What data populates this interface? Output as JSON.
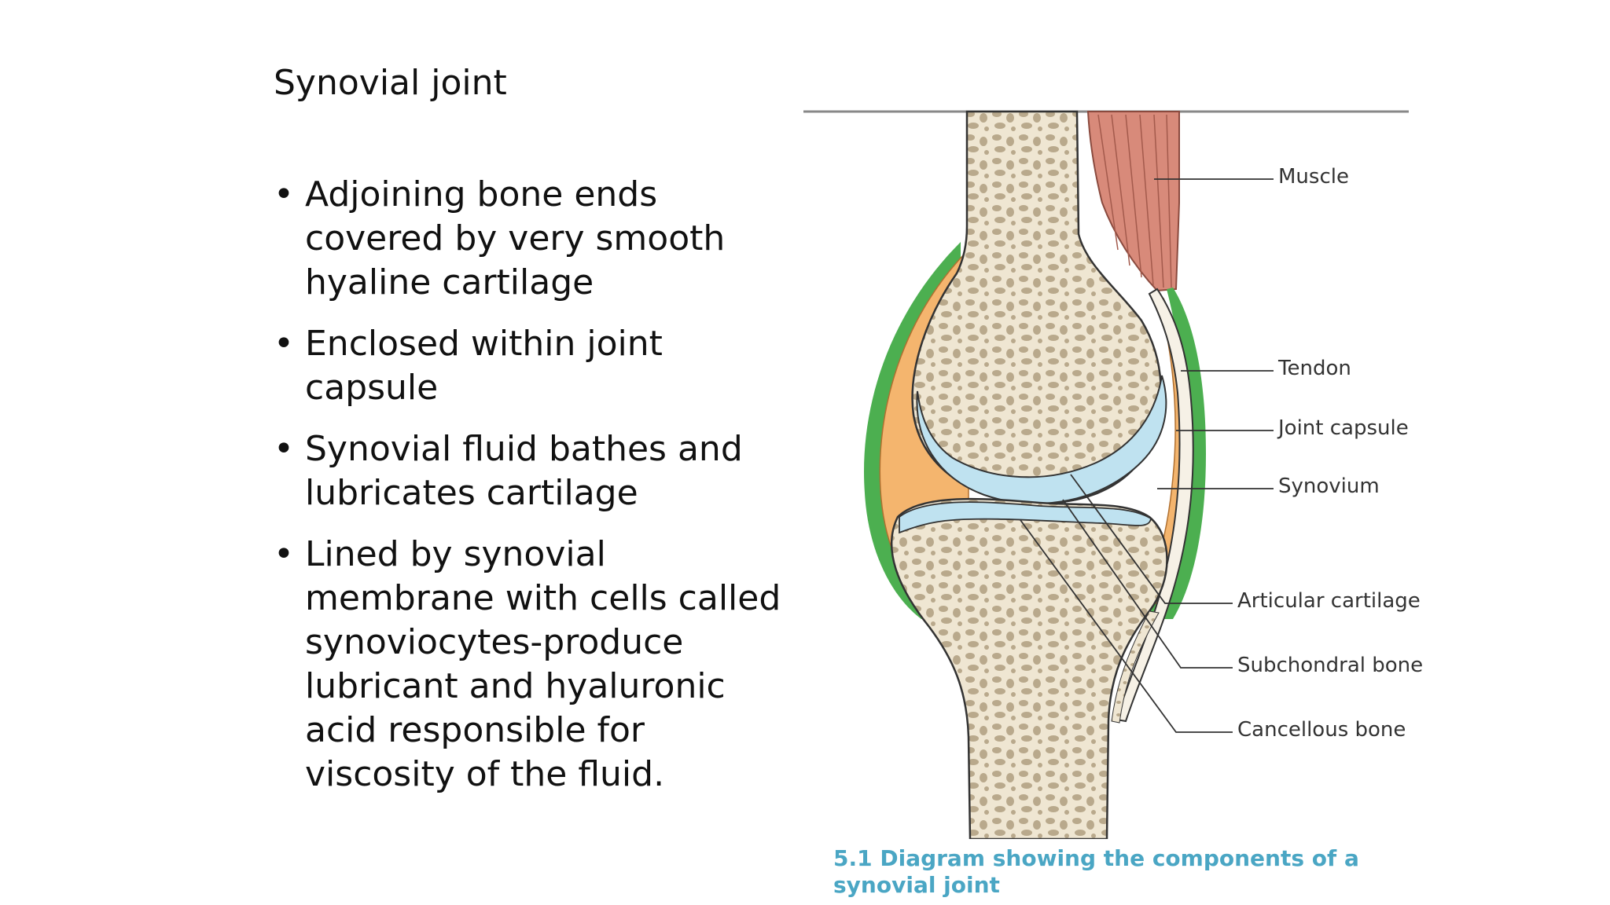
{
  "slide": {
    "title": "Synovial joint",
    "bullets": [
      "Adjoining bone ends covered by very smooth hyaline cartilage",
      "Enclosed within joint capsule",
      "Synovial fluid bathes and lubricates cartilage",
      "Lined by synovial membrane with cells called synoviocytes-produce lubricant and hyaluronic acid responsible for viscosity of the fluid."
    ]
  },
  "figure": {
    "labels": {
      "muscle": "Muscle",
      "tendon": "Tendon",
      "joint_capsule": "Joint capsule",
      "synovium": "Synovium",
      "articular_cartilage": "Articular cartilage",
      "subchondral_bone": "Subchondral bone",
      "cancellous_bone": "Cancellous bone"
    },
    "caption": "5.1  Diagram showing the components of a synovial joint"
  },
  "colors": {
    "bone": "#efe6d2",
    "pore": "#b9a98c",
    "cartilage": "#bfe2f0",
    "synovium": "#f4b56e",
    "capsule": "#4caf50",
    "muscle": "#d88a7a",
    "caption": "#4aa6c4"
  }
}
